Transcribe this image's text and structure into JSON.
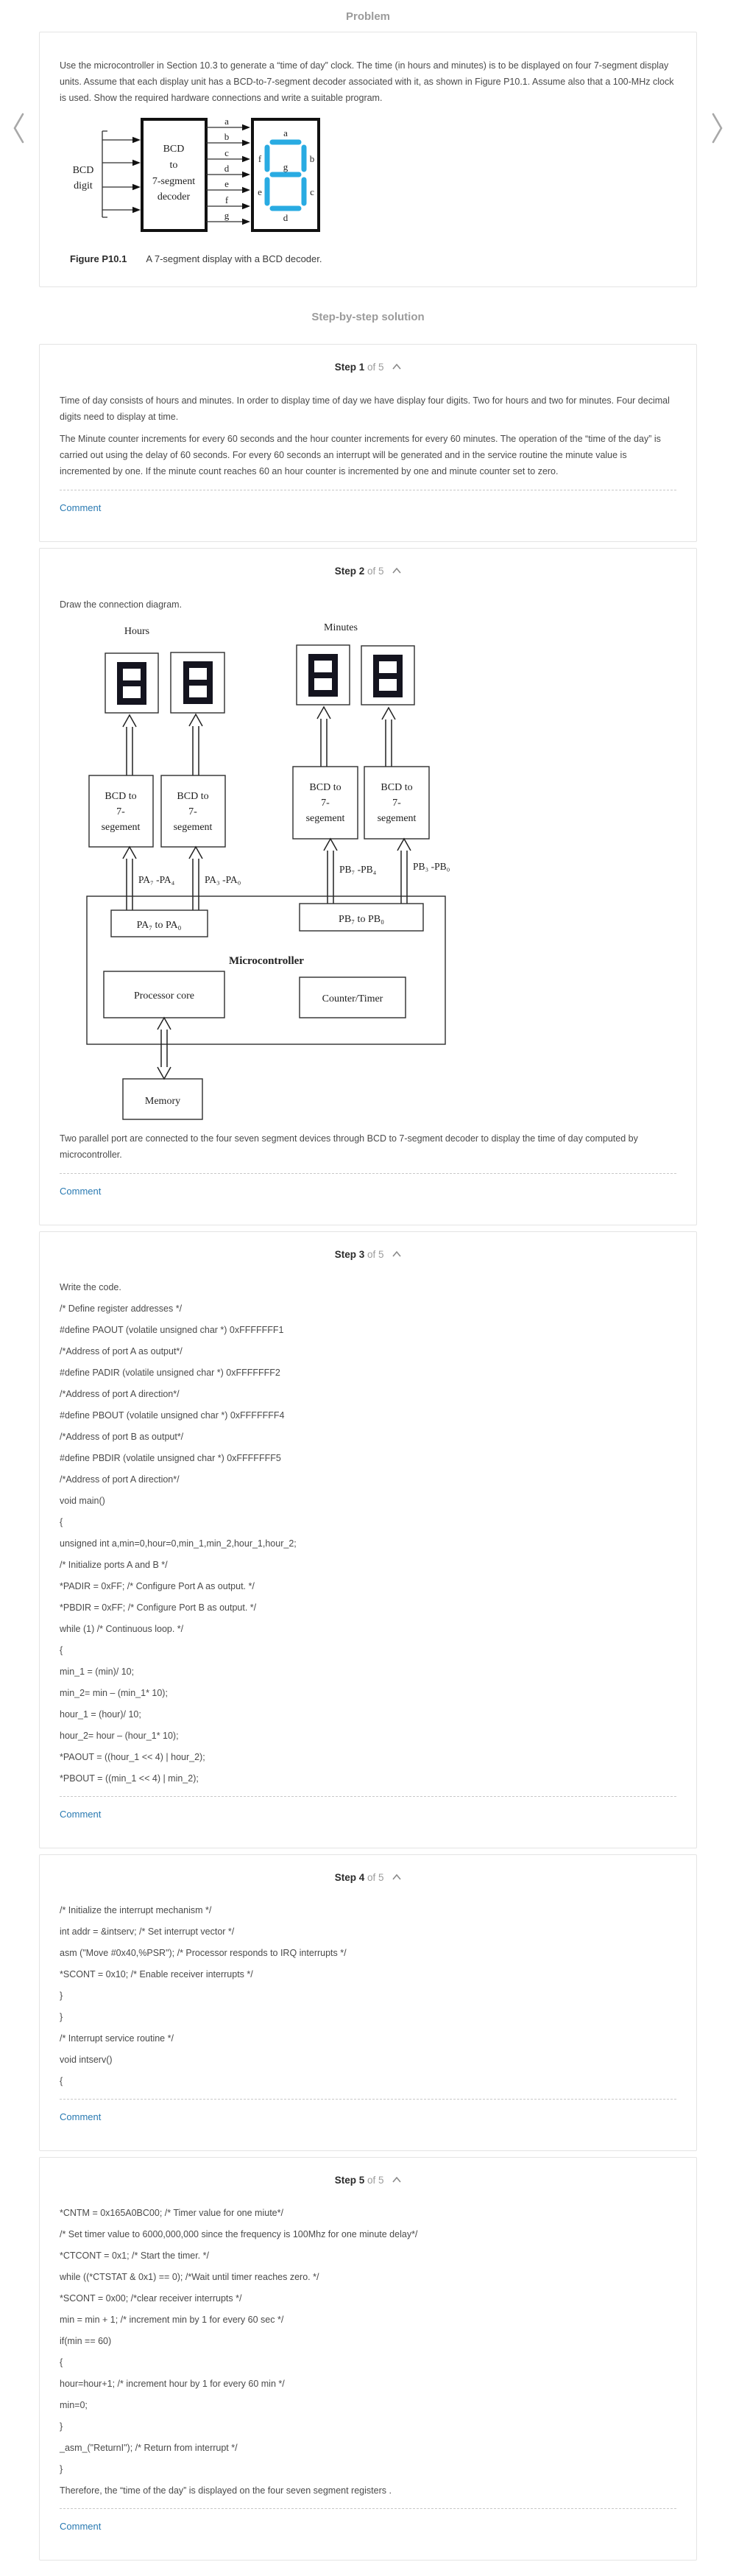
{
  "problem": {
    "title": "Problem",
    "body": "Use the microcontroller in Section 10.3 to generate a “time of day” clock. The time (in hours and minutes) is to be displayed on four 7-segment display units. Assume that each display unit has a BCD-to-7-segment decoder associated with it, as shown in Figure P10.1. Assume also that a 100-MHz clock is used. Show the required hardware connections and write a suitable program.",
    "figure": {
      "input_label_line1": "BCD",
      "input_label_line2": "digit",
      "decoder_lines": [
        "BCD",
        "to",
        "7-segment",
        "decoder"
      ],
      "pins": [
        "a",
        "b",
        "c",
        "d",
        "e",
        "f",
        "g"
      ],
      "segments": {
        "a": "a",
        "b": "b",
        "c": "c",
        "d": "d",
        "e": "e",
        "f": "f",
        "g": "g"
      },
      "caption_label": "Figure P10.1",
      "caption_text": "A 7-segment display with a BCD decoder."
    }
  },
  "solution": {
    "title": "Step-by-step solution",
    "comment_label": "Comment",
    "steps": [
      {
        "label": "Step 1",
        "of": "of 5",
        "paragraphs": [
          "Time of day consists of hours and minutes. In order to display time of day we have display four digits. Two for hours and two for minutes. Four decimal digits need to display at time.",
          "The Minute counter increments for every 60 seconds and the hour counter increments for every 60 minutes. The operation of the “time of the day” is carried out using the delay of 60 seconds. For every 60 seconds an interrupt will be generated and in the service routine the minute value is incremented by one. If the minute count reaches 60 an hour counter is incremented by one and minute counter set to zero."
        ]
      },
      {
        "label": "Step 2",
        "of": "of 5",
        "intro": "Draw the connection diagram.",
        "diagram": {
          "hours_label": "Hours",
          "minutes_label": "Minutes",
          "bcd_lines": [
            "BCD to",
            "7-",
            "segement"
          ],
          "pa_high": "PA₇ -PA₄",
          "pa_low": "PA₃ -PA₀",
          "pb_high": "PB₇ -PB₄",
          "pb_low": "PB₃ -PB₀",
          "pa_port": "PA₇ to PA₀",
          "pb_port": "PB₇ to PB₀",
          "mcu_label": "Microcontroller",
          "processor_label": "Processor core",
          "counter_label": "Counter/Timer",
          "memory_label": "Memory"
        },
        "outro": "Two parallel port are connected to the four seven segment devices through BCD to 7-segment decoder to display the time of day computed by microcontroller."
      },
      {
        "label": "Step 3",
        "of": "of 5",
        "lines": [
          "Write the code.",
          "/* Define register addresses */",
          "#define PAOUT (volatile unsigned char *) 0xFFFFFFF1",
          "/*Address of port A as output*/",
          "#define PADIR (volatile unsigned char *) 0xFFFFFFF2",
          "/*Address of port A direction*/",
          "#define PBOUT (volatile unsigned char *) 0xFFFFFFF4",
          "/*Address of port B as output*/",
          "#define PBDIR (volatile unsigned char *) 0xFFFFFFF5",
          "/*Address of port A direction*/",
          "void main()",
          "{",
          "unsigned int a,min=0,hour=0,min_1,min_2,hour_1,hour_2;",
          "/* Initialize ports A and B */",
          "*PADIR = 0xFF; /* Configure Port A as output. */",
          "*PBDIR = 0xFF; /* Configure Port B as output. */",
          "while (1) /* Continuous loop. */",
          "{",
          "min_1 = (min)/ 10;",
          "min_2= min – (min_1* 10);",
          "hour_1 = (hour)/ 10;",
          "hour_2= hour – (hour_1* 10);",
          "*PAOUT = ((hour_1 << 4) | hour_2);",
          "*PBOUT = ((min_1 << 4) | min_2);"
        ]
      },
      {
        "label": "Step 4",
        "of": "of 5",
        "lines": [
          "/* Initialize the interrupt mechanism */",
          "int addr = &intserv; /* Set interrupt vector */",
          "asm (\"Move #0x40,%PSR\"); /* Processor responds to IRQ interrupts */",
          "*SCONT = 0x10; /* Enable receiver interrupts */",
          "}",
          "}",
          "/* Interrupt service routine */",
          "void intserv()",
          "{"
        ]
      },
      {
        "label": "Step 5",
        "of": "of 5",
        "lines": [
          "*CNTM = 0x165A0BC00; /* Timer value for one miute*/",
          "/* Set timer value to 6000,000,000 since the frequency is 100Mhz for one minute delay*/",
          "*CTCONT = 0x1; /* Start the timer. */",
          "while ((*CTSTAT & 0x1) == 0); /*Wait until timer reaches zero. */",
          "*SCONT = 0x00; /*clear receiver interrupts */",
          "min = min + 1; /* increment min by 1 for every 60 sec */",
          "if(min == 60)",
          "{",
          "hour=hour+1; /* increment hour by 1 for every 60 min */",
          "min=0;",
          "}",
          "_asm_(\"ReturnI\"); /* Return from interrupt */",
          "}",
          "Therefore, the “time of the day” is displayed on the four seven segment registers ."
        ]
      }
    ]
  }
}
